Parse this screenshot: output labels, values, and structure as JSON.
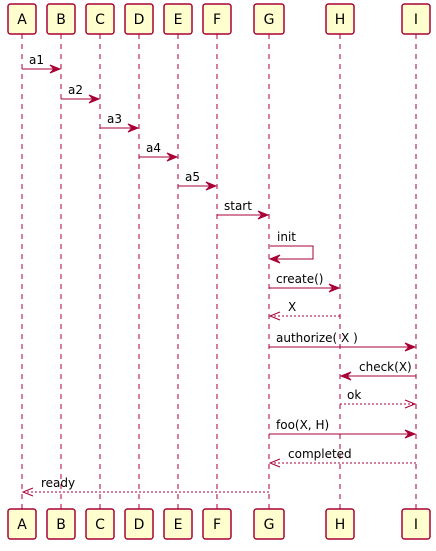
{
  "participants": [
    "A",
    "B",
    "C",
    "D",
    "E",
    "F",
    "G",
    "H",
    "I"
  ],
  "messages": [
    {
      "from": "A",
      "to": "B",
      "label": "a1",
      "style": "solid"
    },
    {
      "from": "B",
      "to": "C",
      "label": "a2",
      "style": "solid"
    },
    {
      "from": "C",
      "to": "D",
      "label": "a3",
      "style": "solid"
    },
    {
      "from": "D",
      "to": "E",
      "label": "a4",
      "style": "solid"
    },
    {
      "from": "E",
      "to": "F",
      "label": "a5",
      "style": "solid"
    },
    {
      "from": "F",
      "to": "G",
      "label": "start",
      "style": "solid"
    },
    {
      "from": "G",
      "to": "G",
      "label": "init",
      "style": "solid"
    },
    {
      "from": "G",
      "to": "H",
      "label": "create()",
      "style": "solid"
    },
    {
      "from": "H",
      "to": "G",
      "label": "X",
      "style": "dashed"
    },
    {
      "from": "G",
      "to": "I",
      "label": "authorize( X )",
      "style": "solid"
    },
    {
      "from": "I",
      "to": "H",
      "label": "check(X)",
      "style": "solid"
    },
    {
      "from": "H",
      "to": "I",
      "label": "ok",
      "style": "dashed"
    },
    {
      "from": "G",
      "to": "I",
      "label": "foo(X, H)",
      "style": "solid"
    },
    {
      "from": "I",
      "to": "G",
      "label": "completed",
      "style": "dashed"
    },
    {
      "from": "G",
      "to": "A",
      "label": "ready",
      "style": "dashed"
    }
  ],
  "colors": {
    "stroke": "#A80036",
    "box_fill": "#FEFECE",
    "text": "#000000"
  }
}
